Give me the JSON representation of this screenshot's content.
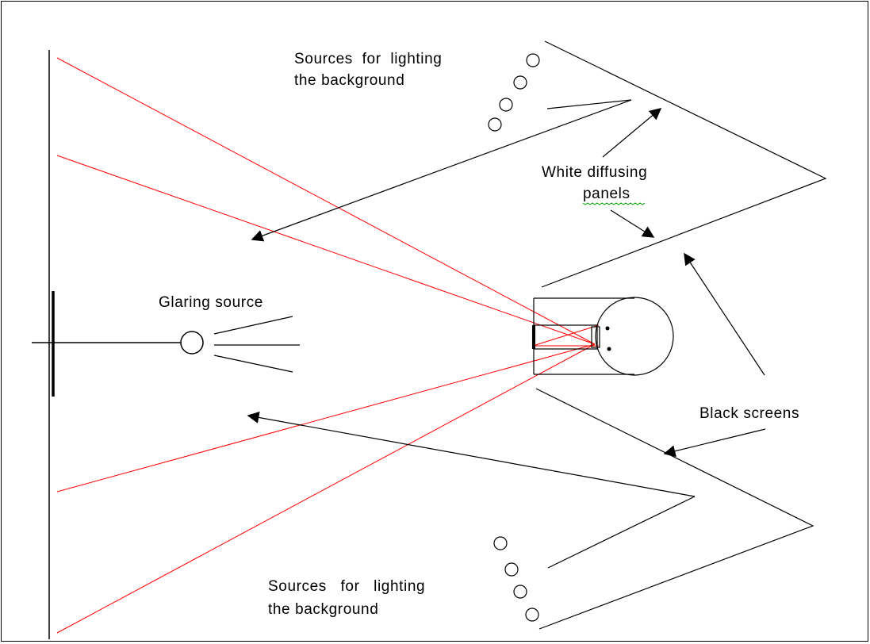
{
  "labels": {
    "sources_top_line1": "Sources  for  lighting",
    "sources_top_line2": "the background",
    "white_panels_line1": "White diffusing",
    "white_panels_line2": "panels",
    "glaring_source": "Glaring source",
    "black_screens": "Black screens",
    "sources_bottom_line1": "Sources   for   lighting",
    "sources_bottom_line2": "the background"
  },
  "colors": {
    "ray": "#ff0000",
    "ink": "#000000",
    "background": "#ffffff",
    "spellcheck": "#00a000"
  },
  "icons": {
    "arrowhead": "filled-triangle-arrowhead",
    "lamp": "circle-outline"
  }
}
